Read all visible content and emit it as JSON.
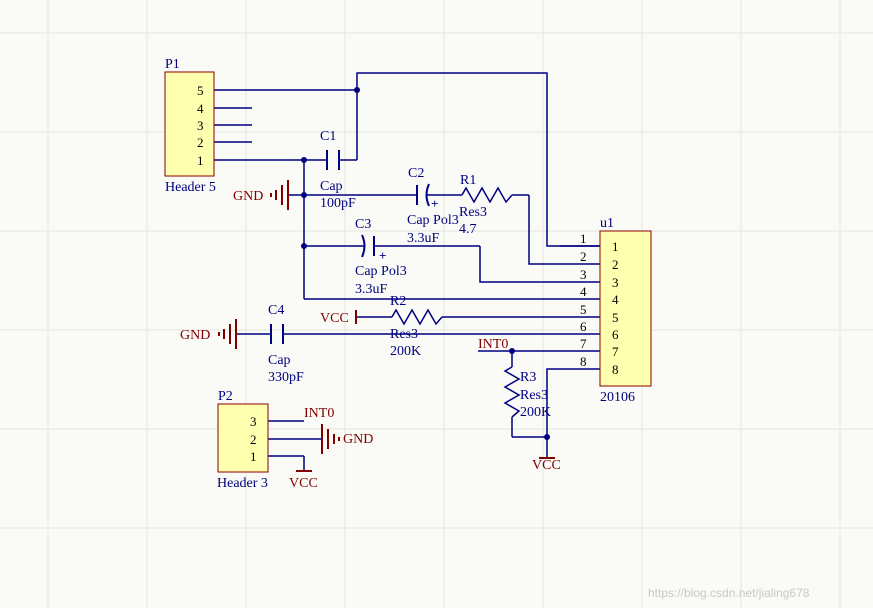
{
  "colors": {
    "background": "#fafaf6",
    "grid": "#e6e6de",
    "wire": "#000080",
    "part_fill": "#ffffb0",
    "part_border": "#8b0000",
    "label_blue": "#000080",
    "power_red": "#800000",
    "watermark": "#c8c8c8"
  },
  "p1": {
    "designator": "P1",
    "comment": "Header 5",
    "pins": [
      "5",
      "4",
      "3",
      "2",
      "1"
    ]
  },
  "p2": {
    "designator": "P2",
    "comment": "Header 3",
    "pins": [
      "3",
      "2",
      "1"
    ]
  },
  "u1": {
    "designator": "u1",
    "comment": "20106",
    "pins": [
      "1",
      "2",
      "3",
      "4",
      "5",
      "6",
      "7",
      "8"
    ]
  },
  "c1": {
    "designator": "C1",
    "comment": "Cap",
    "value": "100pF"
  },
  "c2": {
    "designator": "C2",
    "comment": "Cap Pol3",
    "value": "3.3uF",
    "plus": "+"
  },
  "c3": {
    "designator": "C3",
    "comment": "Cap Pol3",
    "value": "3.3uF",
    "plus": "+"
  },
  "c4": {
    "designator": "C4",
    "comment": "Cap",
    "value": "330pF"
  },
  "r1": {
    "designator": "R1",
    "comment": "Res3",
    "value": "4.7"
  },
  "r2": {
    "designator": "R2",
    "comment": "Res3",
    "value": "200K"
  },
  "r3": {
    "designator": "R3",
    "comment": "Res3",
    "value": "200K"
  },
  "power": {
    "gnd": "GND",
    "vcc": "VCC",
    "int0": "INT0"
  },
  "watermark": "https://blog.csdn.net/jialing678"
}
